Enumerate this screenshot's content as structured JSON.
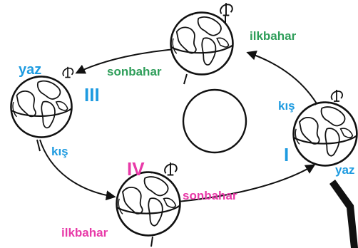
{
  "labels": {
    "top_spring": "ilkbahar",
    "top_autumn": "sonbahar",
    "left_summer": "yaz",
    "left_winter": "kış",
    "left_numeral": "III",
    "right_winter": "kış",
    "right_summer": "yaz",
    "right_numeral": "I",
    "bottom_numeral": "IV",
    "bottom_autumn": "sonbahar",
    "bottom_spring": "ilkbahar"
  },
  "colors": {
    "green": "#2f9e5a",
    "blue": "#1e9be0",
    "pink": "#e83aa8",
    "ink": "#111111"
  },
  "icons": [
    "globe-icon",
    "sun-circle",
    "orbit-arrow",
    "stand-icon"
  ]
}
